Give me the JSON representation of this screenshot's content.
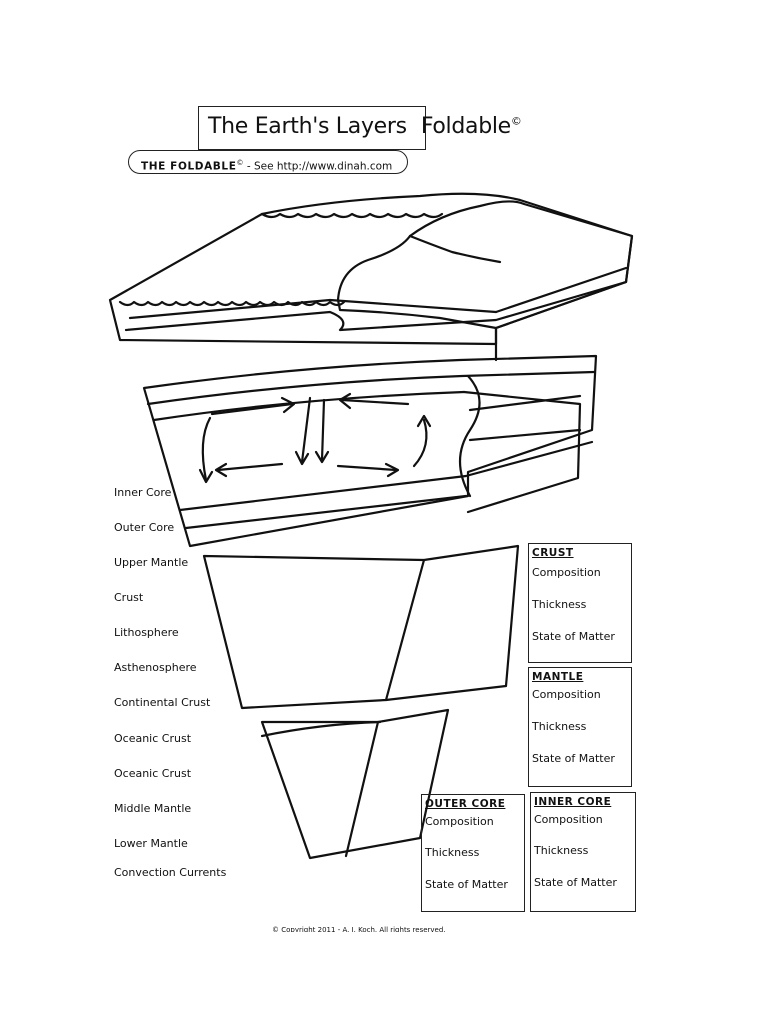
{
  "header": {
    "title_boxed": "The Earth's Layers",
    "title_rest": "Foldable",
    "title_mark": "©",
    "pill_brand": "THE FOLDABLE",
    "pill_mark": "©",
    "pill_rest": " - See http://www.dinah.com"
  },
  "terms": [
    "Inner Core",
    "Outer Core",
    "Upper Mantle",
    "Crust",
    "Lithosphere",
    "Asthenosphere",
    "Continental Crust",
    "Oceanic Crust",
    "Oceanic Crust",
    "Middle Mantle",
    "Lower Mantle",
    "Convection Currents"
  ],
  "cards": {
    "crust": {
      "title": "CRUST",
      "rows": [
        "Composition",
        "Thickness",
        "State of Matter"
      ]
    },
    "mantle": {
      "title": "MANTLE",
      "rows": [
        "Composition",
        "Thickness",
        "State of Matter"
      ]
    },
    "outer_core": {
      "title": "OUTER CORE",
      "rows": [
        "Composition",
        "Thickness",
        "State of Matter"
      ]
    },
    "inner_core": {
      "title": "INNER CORE",
      "rows": [
        "Composition",
        "Thickness",
        "State of Matter"
      ]
    }
  },
  "footer": {
    "copyright": "© Copyright 2011 - A. J. Koch. All rights reserved."
  }
}
